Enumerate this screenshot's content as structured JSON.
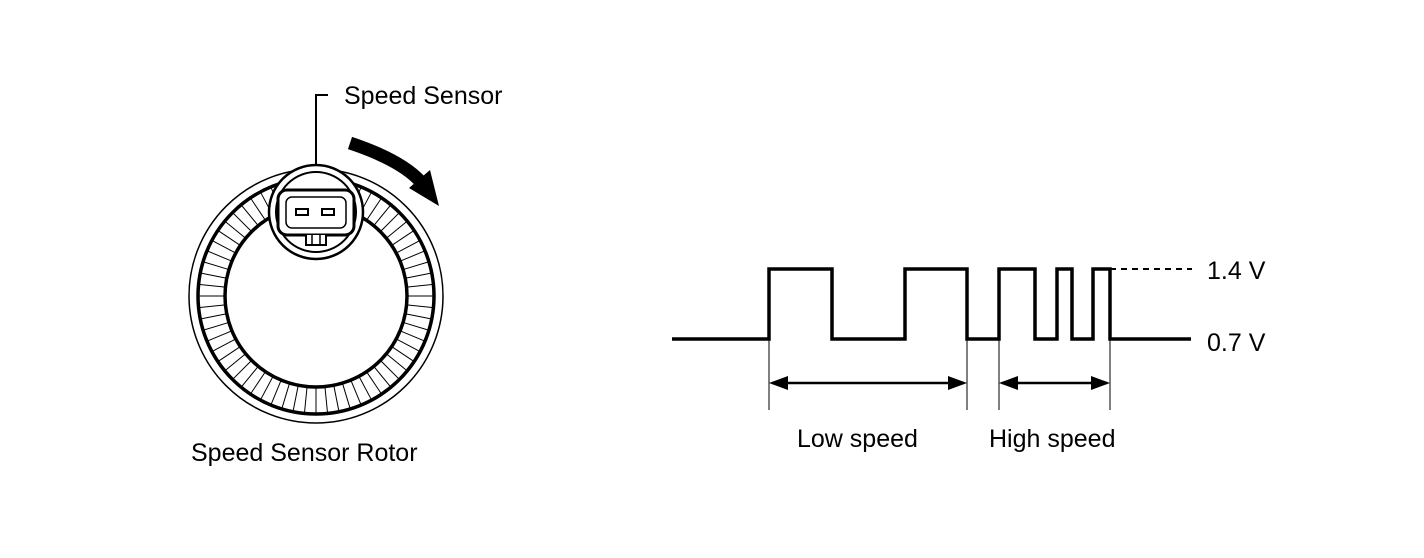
{
  "sensor_label": "Speed Sensor",
  "rotor_label": "Speed Sensor Rotor",
  "waveform": {
    "high_voltage_label": "1.4 V",
    "low_voltage_label": "0.7 V",
    "low_speed_label": "Low speed",
    "high_speed_label": "High speed"
  },
  "colors": {
    "stroke": "#000000",
    "background": "#ffffff"
  },
  "icons": {
    "rotation": "curved-arrow-clockwise",
    "connector": "two-pin-connector"
  }
}
